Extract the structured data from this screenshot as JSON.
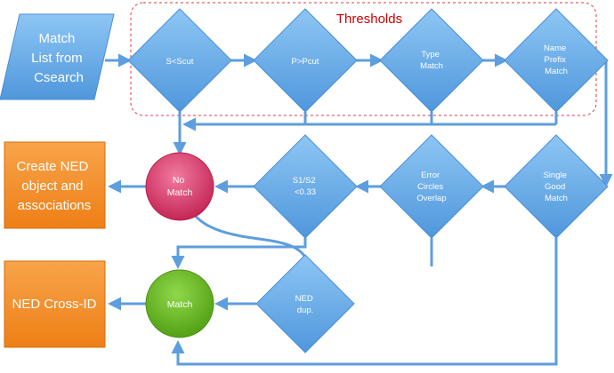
{
  "thresholds_label": "Thresholds",
  "input": {
    "lines": [
      "Match",
      "List from",
      "Csearch"
    ]
  },
  "decisions": {
    "s_scut": {
      "lines": [
        "S<Scut"
      ]
    },
    "p_pcut": {
      "lines": [
        "P>Pcut"
      ]
    },
    "type_match": {
      "lines": [
        "Type",
        "Match"
      ]
    },
    "name_prefix_match": {
      "lines": [
        "Name",
        "Prefix",
        "Match"
      ]
    },
    "single_good_match": {
      "lines": [
        "Single",
        "Good",
        "Match"
      ]
    },
    "error_circles_overlap": {
      "lines": [
        "Error",
        "Circles",
        "Overlap"
      ]
    },
    "s1_s2": {
      "lines": [
        "S1/S2",
        "<0.33"
      ]
    },
    "ned_dup": {
      "lines": [
        "NED",
        "dup."
      ]
    }
  },
  "outcomes": {
    "no_match": {
      "lines": [
        "No",
        "Match"
      ]
    },
    "match": {
      "lines": [
        "Match"
      ]
    }
  },
  "actions": {
    "create_ned": {
      "lines": [
        "Create NED",
        "object and",
        "associations"
      ]
    },
    "ned_cross_id": {
      "lines": [
        "NED Cross-ID"
      ]
    }
  },
  "colors": {
    "diamond": "#6aaee8",
    "input": "#6aaee8",
    "action": "#f5922a",
    "no_match": "#d83a6b",
    "match": "#6fbf1f",
    "arrow": "#5d9ede",
    "threshold_border": "#e23a3a",
    "threshold_text": "#d00000"
  }
}
